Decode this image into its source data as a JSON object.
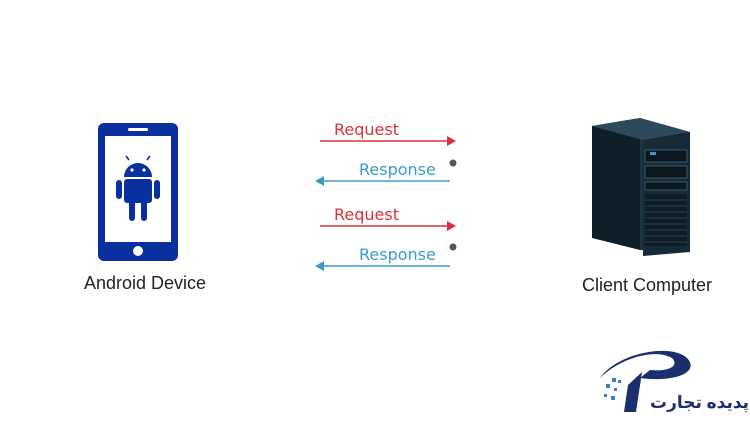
{
  "diagram": {
    "android_label": "Android Device",
    "client_label": "Client Computer",
    "arrows": [
      {
        "label": "Request",
        "direction": "right",
        "color": "#d9303a"
      },
      {
        "label": "Response",
        "direction": "left",
        "color": "#3a9cc7"
      },
      {
        "label": "Request",
        "direction": "right",
        "color": "#d9303a"
      },
      {
        "label": "Response",
        "direction": "left",
        "color": "#3a9cc7"
      }
    ],
    "phone_color": "#0a2f9e",
    "icons": [
      "phone-icon",
      "android-robot-icon",
      "server-tower-icon",
      "brand-logo-icon"
    ]
  },
  "logo": {
    "text": "پدیده تجارت"
  }
}
